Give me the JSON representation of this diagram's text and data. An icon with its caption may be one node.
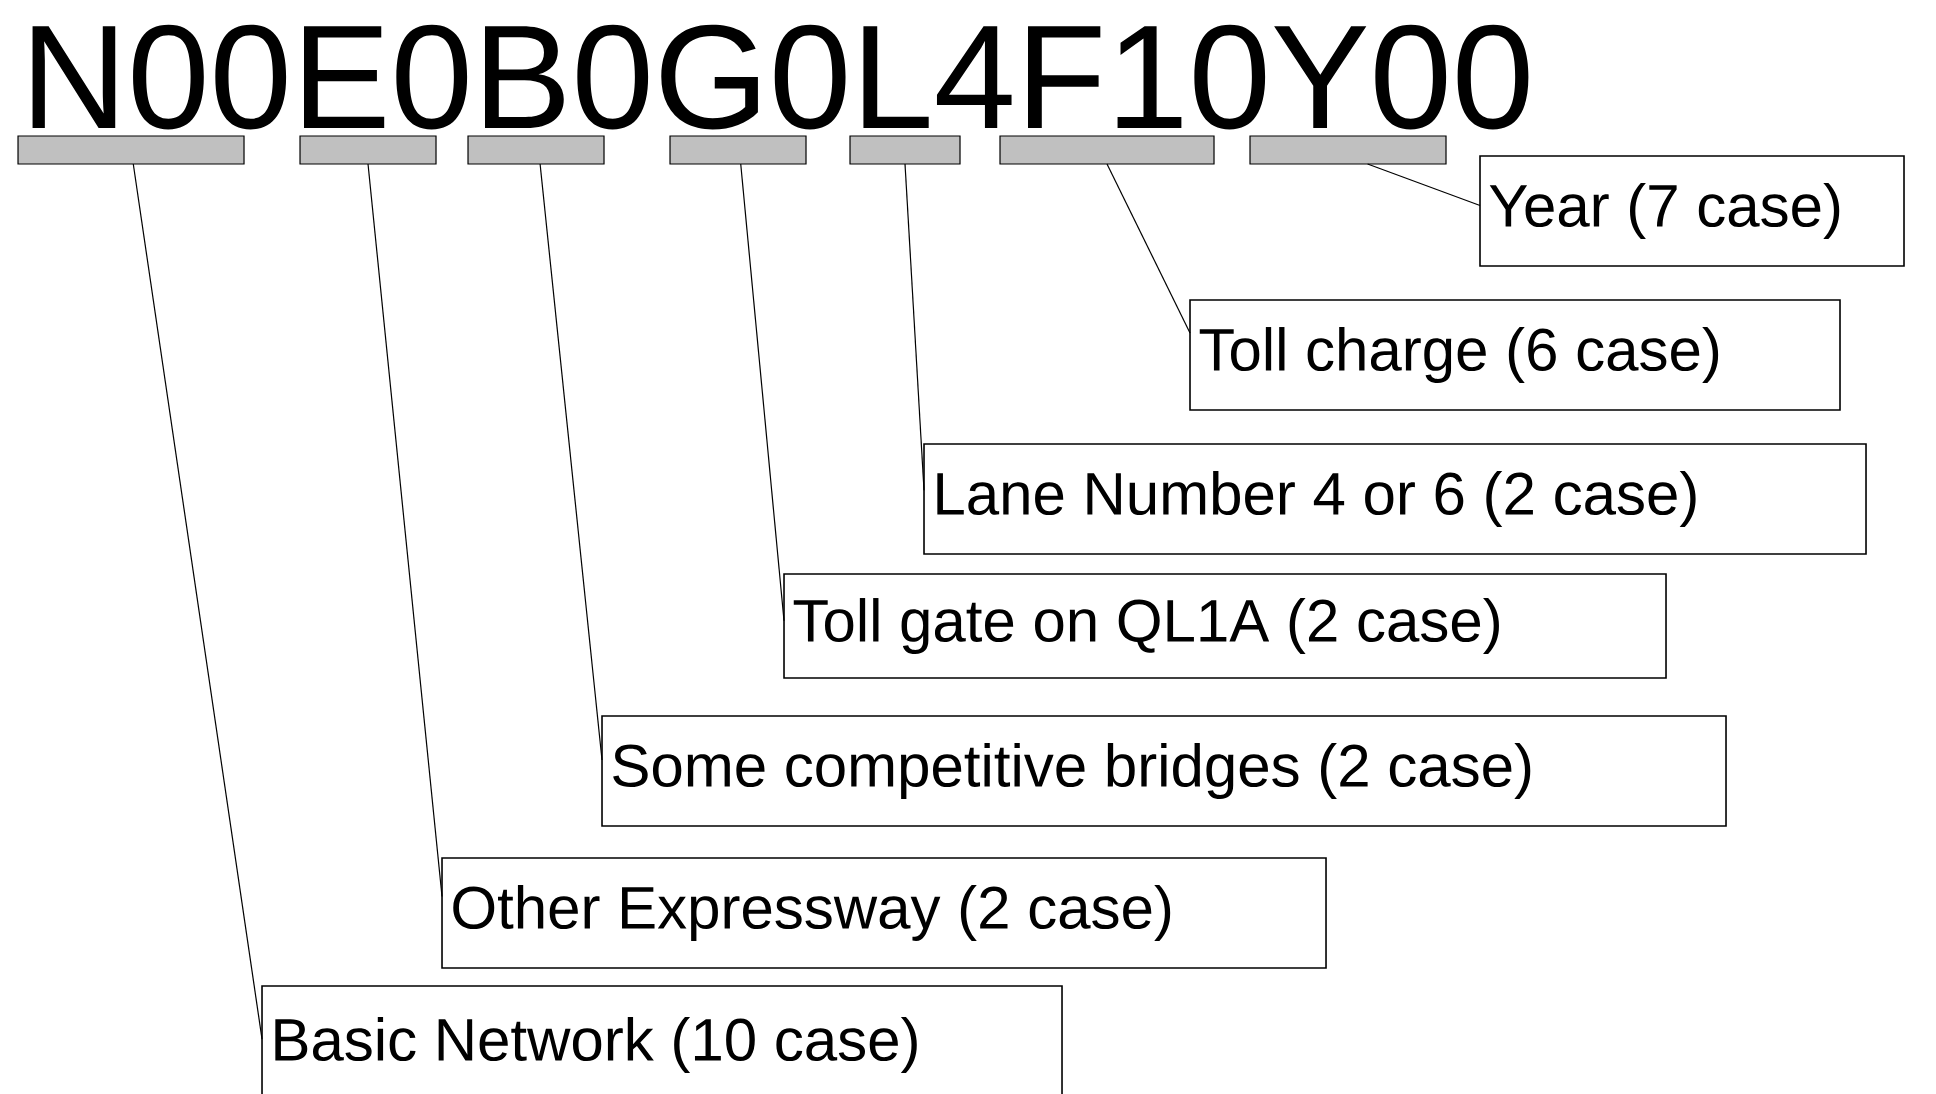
{
  "diagram": {
    "nodes": [
      {
        "text": [],
        "shape": "bar"
      },
      {
        "text": [],
        "shape": "bar"
      },
      {
        "text": [],
        "shape": "bar"
      },
      {
        "text": [],
        "shape": "bar"
      },
      {
        "text": [],
        "shape": "bar"
      },
      {
        "text": [],
        "shape": "bar"
      },
      {
        "text": [],
        "shape": "bar"
      },
      {
        "text": [
          "Year (7 case)"
        ]
      },
      {
        "text": [
          "Toll charge (6 case)"
        ]
      },
      {
        "text": [
          "Lane Number 4 or 6 (2 case)"
        ]
      },
      {
        "text": [
          "Toll gate on QL1A (2 case)"
        ]
      },
      {
        "text": [
          "Some competitive bridges (2 case)"
        ]
      },
      {
        "text": [
          "Other Expressway (2 case)"
        ]
      },
      {
        "text": [
          "Basic Network (10 case)"
        ]
      }
    ],
    "edges": [
      {
        "from": 7,
        "to": 6,
        "arrow": "none"
      },
      {
        "from": 8,
        "to": 5,
        "arrow": "none"
      },
      {
        "from": 9,
        "to": 4,
        "arrow": "none"
      },
      {
        "from": 10,
        "to": 3,
        "arrow": "none"
      },
      {
        "from": 11,
        "to": 2,
        "arrow": "none"
      },
      {
        "from": 12,
        "to": 1,
        "arrow": "none"
      },
      {
        "from": 13,
        "to": 0,
        "arrow": "none"
      }
    ],
    "labels": [
      "N00E0B0G0L4F10Y00"
    ]
  }
}
